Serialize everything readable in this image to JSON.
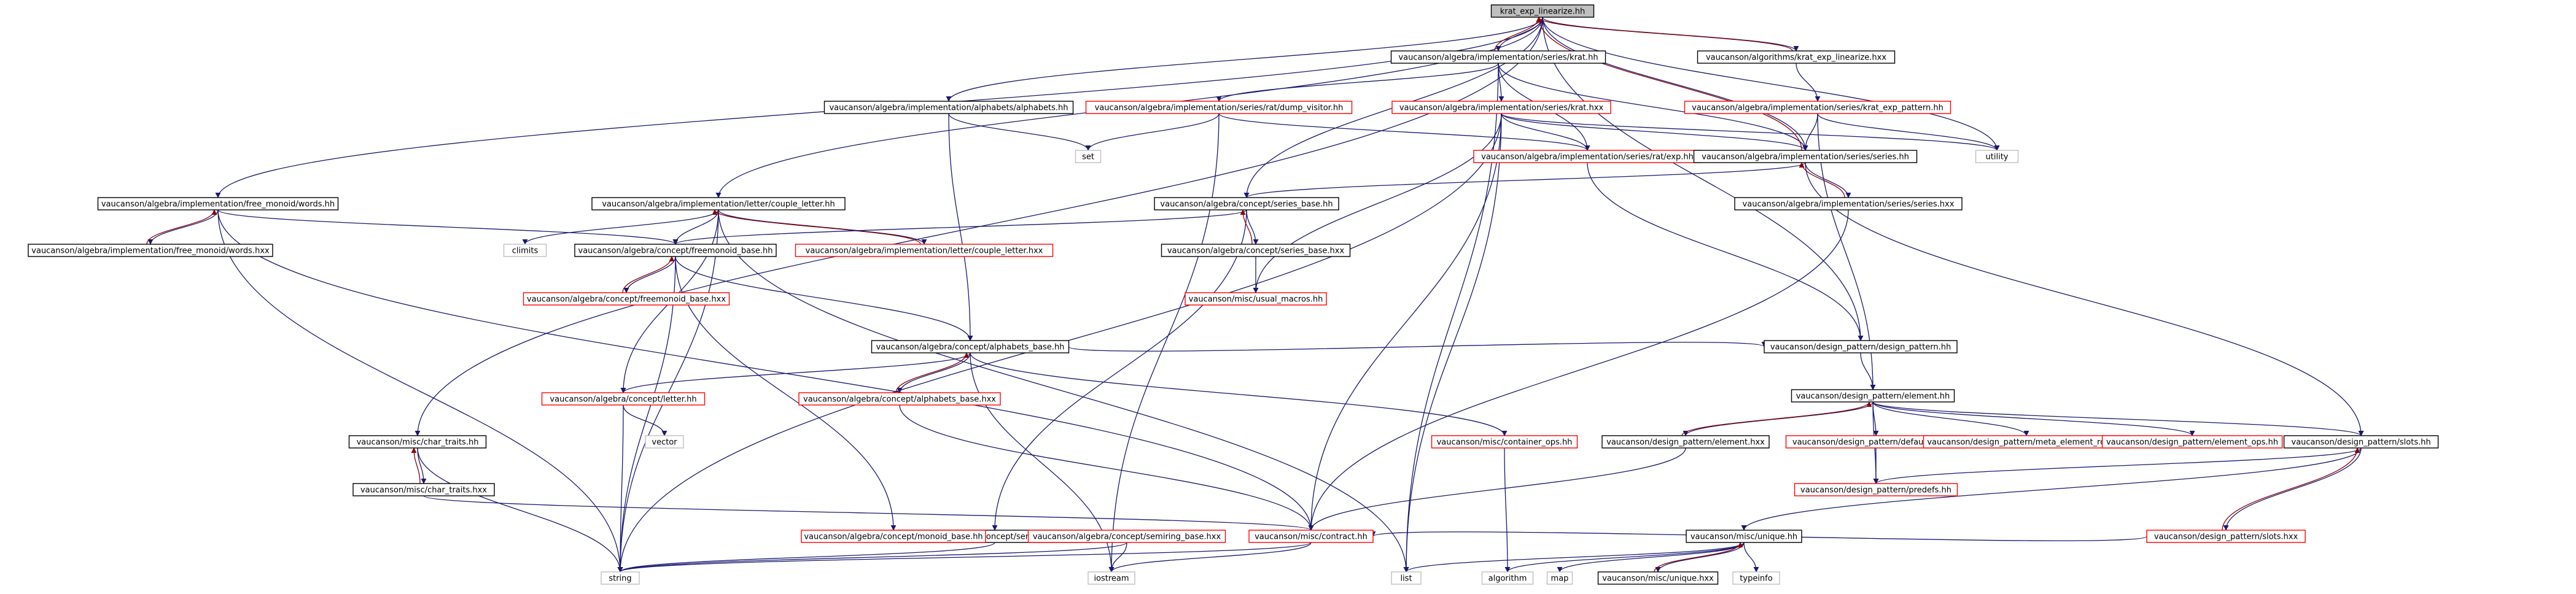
{
  "colors": {
    "edge": "#191970",
    "edge_template": "#8b0000",
    "node_border": "#000000",
    "node_border_missing": "#ff0000",
    "node_border_external": "#bfbfbf",
    "root_fill": "#bfbfbf",
    "node_fill": "#ffffff"
  },
  "nodes": [
    {
      "id": "root",
      "label": "krat_exp_linearize.hh",
      "kind": "root"
    },
    {
      "id": "krat_hh",
      "label": "vaucanson/algebra/implementation/series/krat.hh",
      "kind": "normal"
    },
    {
      "id": "alg_krat_lin",
      "label": "vaucanson/algorithms/krat_exp_linearize.hxx",
      "kind": "normal"
    },
    {
      "id": "alphabets_hh",
      "label": "vaucanson/algebra/implementation/alphabets/alphabets.hh",
      "kind": "normal"
    },
    {
      "id": "dump_visitor",
      "label": "vaucanson/algebra/implementation/series/rat/dump_visitor.hh",
      "kind": "missing"
    },
    {
      "id": "krat_hxx",
      "label": "vaucanson/algebra/implementation/series/krat.hxx",
      "kind": "missing"
    },
    {
      "id": "krat_exp_pattern",
      "label": "vaucanson/algebra/implementation/series/krat_exp_pattern.hh",
      "kind": "missing"
    },
    {
      "id": "set",
      "label": "set",
      "kind": "external"
    },
    {
      "id": "rat_exp",
      "label": "vaucanson/algebra/implementation/series/rat/exp.hh",
      "kind": "missing"
    },
    {
      "id": "series_hh",
      "label": "vaucanson/algebra/implementation/series/series.hh",
      "kind": "normal"
    },
    {
      "id": "utility",
      "label": "utility",
      "kind": "external"
    },
    {
      "id": "free_monoid_words",
      "label": "vaucanson/algebra/implementation/free_monoid/words.hh",
      "kind": "normal"
    },
    {
      "id": "couple_letter_hh",
      "label": "vaucanson/algebra/implementation/letter/couple_letter.hh",
      "kind": "normal"
    },
    {
      "id": "series_base_hh",
      "label": "vaucanson/algebra/concept/series_base.hh",
      "kind": "normal"
    },
    {
      "id": "series_hxx",
      "label": "vaucanson/algebra/implementation/series/series.hxx",
      "kind": "normal"
    },
    {
      "id": "words_hxx",
      "label": "vaucanson/algebra/implementation/free_monoid/words.hxx",
      "kind": "normal"
    },
    {
      "id": "climits",
      "label": "climits",
      "kind": "external"
    },
    {
      "id": "freemonoid_base_hh",
      "label": "vaucanson/algebra/concept/freemonoid_base.hh",
      "kind": "normal"
    },
    {
      "id": "couple_letter_hxx",
      "label": "vaucanson/algebra/implementation/letter/couple_letter.hxx",
      "kind": "missing"
    },
    {
      "id": "series_base_hxx",
      "label": "vaucanson/algebra/concept/series_base.hxx",
      "kind": "normal"
    },
    {
      "id": "freemonoid_base_hxx",
      "label": "vaucanson/algebra/concept/freemonoid_base.hxx",
      "kind": "missing"
    },
    {
      "id": "usual_macros",
      "label": "vaucanson/misc/usual_macros.hh",
      "kind": "missing"
    },
    {
      "id": "alphabets_base_hh",
      "label": "vaucanson/algebra/concept/alphabets_base.hh",
      "kind": "normal"
    },
    {
      "id": "letter_hh",
      "label": "vaucanson/algebra/concept/letter.hh",
      "kind": "missing"
    },
    {
      "id": "alphabets_base_hxx",
      "label": "vaucanson/algebra/concept/alphabets_base.hxx",
      "kind": "missing"
    },
    {
      "id": "design_pattern_hh",
      "label": "vaucanson/design_pattern/design_pattern.hh",
      "kind": "normal"
    },
    {
      "id": "vector",
      "label": "vector",
      "kind": "external"
    },
    {
      "id": "element_hh",
      "label": "vaucanson/design_pattern/element.hh",
      "kind": "normal"
    },
    {
      "id": "char_traits_hh",
      "label": "vaucanson/misc/char_traits.hh",
      "kind": "normal"
    },
    {
      "id": "container_ops",
      "label": "vaucanson/misc/container_ops.hh",
      "kind": "missing"
    },
    {
      "id": "element_hxx",
      "label": "vaucanson/design_pattern/element.hxx",
      "kind": "normal"
    },
    {
      "id": "default_ops",
      "label": "vaucanson/design_pattern/default_ops.hh",
      "kind": "missing"
    },
    {
      "id": "meta_element_root",
      "label": "vaucanson/design_pattern/meta_element_root.hh",
      "kind": "missing"
    },
    {
      "id": "element_ops",
      "label": "vaucanson/design_pattern/element_ops.hh",
      "kind": "missing"
    },
    {
      "id": "slots_hh",
      "label": "vaucanson/design_pattern/slots.hh",
      "kind": "normal"
    },
    {
      "id": "char_traits_hxx",
      "label": "vaucanson/misc/char_traits.hxx",
      "kind": "normal"
    },
    {
      "id": "semiring_base_hh",
      "label": "vaucanson/algebra/concept/semiring_base.hh",
      "kind": "normal"
    },
    {
      "id": "predefs",
      "label": "vaucanson/design_pattern/predefs.hh",
      "kind": "missing"
    },
    {
      "id": "slots_hxx",
      "label": "vaucanson/design_pattern/slots.hxx",
      "kind": "missing"
    },
    {
      "id": "monoid_base",
      "label": "vaucanson/algebra/concept/monoid_base.hh",
      "kind": "missing"
    },
    {
      "id": "semiring_base_hxx",
      "label": "vaucanson/algebra/concept/semiring_base.hxx",
      "kind": "missing"
    },
    {
      "id": "contract_hh",
      "label": "vaucanson/misc/contract.hh",
      "kind": "missing"
    },
    {
      "id": "unique_hh",
      "label": "vaucanson/misc/unique.hh",
      "kind": "normal"
    },
    {
      "id": "string",
      "label": "string",
      "kind": "external"
    },
    {
      "id": "iostream",
      "label": "iostream",
      "kind": "external"
    },
    {
      "id": "list",
      "label": "list",
      "kind": "external"
    },
    {
      "id": "algorithm",
      "label": "algorithm",
      "kind": "external"
    },
    {
      "id": "map",
      "label": "map",
      "kind": "external"
    },
    {
      "id": "unique_hxx",
      "label": "vaucanson/misc/unique.hxx",
      "kind": "normal"
    },
    {
      "id": "typeinfo",
      "label": "typeinfo",
      "kind": "external"
    }
  ],
  "edges": [
    [
      "root",
      "krat_hh"
    ],
    [
      "root",
      "alg_krat_lin"
    ],
    [
      "root",
      "alphabets_hh"
    ],
    [
      "root",
      "series_base_hh"
    ],
    [
      "root",
      "couple_letter_hh"
    ],
    [
      "root",
      "free_monoid_words"
    ],
    [
      "root",
      "char_traits_hh"
    ],
    [
      "root",
      "series_hh"
    ],
    [
      "root",
      "utility"
    ],
    [
      "root",
      "design_pattern_hh"
    ],
    [
      "krat_hh",
      "dump_visitor"
    ],
    [
      "krat_hh",
      "krat_hxx"
    ],
    [
      "krat_hh",
      "rat_exp"
    ],
    [
      "krat_hh",
      "series_hh"
    ],
    [
      "krat_hh",
      "list"
    ],
    [
      "krat_hh",
      "root",
      "back"
    ],
    [
      "alg_krat_lin",
      "krat_exp_pattern"
    ],
    [
      "alg_krat_lin",
      "root",
      "back"
    ],
    [
      "alphabets_hh",
      "set"
    ],
    [
      "alphabets_hh",
      "alphabets_base_hh"
    ],
    [
      "dump_visitor",
      "set"
    ],
    [
      "dump_visitor",
      "rat_exp"
    ],
    [
      "dump_visitor",
      "iostream"
    ],
    [
      "krat_hxx",
      "rat_exp"
    ],
    [
      "krat_hxx",
      "series_hh"
    ],
    [
      "krat_hxx",
      "utility"
    ],
    [
      "krat_hxx",
      "list"
    ],
    [
      "krat_hxx",
      "usual_macros"
    ],
    [
      "krat_hxx",
      "contract_hh"
    ],
    [
      "krat_hxx",
      "string"
    ],
    [
      "krat_exp_pattern",
      "series_hh"
    ],
    [
      "krat_exp_pattern",
      "utility"
    ],
    [
      "krat_exp_pattern",
      "element_hh"
    ],
    [
      "rat_exp",
      "design_pattern_hh"
    ],
    [
      "series_hh",
      "series_base_hh"
    ],
    [
      "series_hh",
      "series_hxx"
    ],
    [
      "series_hh",
      "slots_hh"
    ],
    [
      "series_hh",
      "root",
      "back"
    ],
    [
      "series_hxx",
      "series_hh",
      "back"
    ],
    [
      "series_hxx",
      "contract_hh"
    ],
    [
      "free_monoid_words",
      "words_hxx"
    ],
    [
      "free_monoid_words",
      "freemonoid_base_hh"
    ],
    [
      "free_monoid_words",
      "string"
    ],
    [
      "free_monoid_words",
      "contract_hh"
    ],
    [
      "words_hxx",
      "free_monoid_words",
      "back"
    ],
    [
      "couple_letter_hh",
      "climits"
    ],
    [
      "couple_letter_hh",
      "freemonoid_base_hh"
    ],
    [
      "couple_letter_hh",
      "couple_letter_hxx"
    ],
    [
      "couple_letter_hh",
      "letter_hh"
    ],
    [
      "couple_letter_hh",
      "string"
    ],
    [
      "couple_letter_hh",
      "list"
    ],
    [
      "couple_letter_hxx",
      "couple_letter_hh",
      "back"
    ],
    [
      "series_base_hh",
      "freemonoid_base_hh"
    ],
    [
      "series_base_hh",
      "series_base_hxx"
    ],
    [
      "series_base_hh",
      "semiring_base_hh"
    ],
    [
      "series_base_hxx",
      "series_base_hh",
      "back"
    ],
    [
      "series_base_hxx",
      "usual_macros"
    ],
    [
      "freemonoid_base_hh",
      "freemonoid_base_hxx"
    ],
    [
      "freemonoid_base_hh",
      "alphabets_base_hh"
    ],
    [
      "freemonoid_base_hh",
      "string"
    ],
    [
      "freemonoid_base_hh",
      "monoid_base"
    ],
    [
      "freemonoid_base_hxx",
      "freemonoid_base_hh",
      "back"
    ],
    [
      "alphabets_base_hh",
      "letter_hh"
    ],
    [
      "alphabets_base_hh",
      "alphabets_base_hxx"
    ],
    [
      "alphabets_base_hh",
      "design_pattern_hh"
    ],
    [
      "alphabets_base_hh",
      "container_ops"
    ],
    [
      "alphabets_base_hh",
      "iostream"
    ],
    [
      "alphabets_base_hxx",
      "alphabets_base_hh",
      "back"
    ],
    [
      "alphabets_base_hxx",
      "contract_hh"
    ],
    [
      "letter_hh",
      "vector"
    ],
    [
      "letter_hh",
      "string"
    ],
    [
      "design_pattern_hh",
      "element_hh"
    ],
    [
      "element_hh",
      "element_hxx"
    ],
    [
      "element_hh",
      "default_ops"
    ],
    [
      "element_hh",
      "meta_element_root"
    ],
    [
      "element_hh",
      "element_ops"
    ],
    [
      "element_hh",
      "slots_hh"
    ],
    [
      "element_hh",
      "predefs"
    ],
    [
      "element_hxx",
      "element_hh",
      "back"
    ],
    [
      "element_hxx",
      "contract_hh"
    ],
    [
      "default_ops",
      "predefs"
    ],
    [
      "slots_hh",
      "predefs"
    ],
    [
      "slots_hh",
      "slots_hxx"
    ],
    [
      "slots_hh",
      "unique_hh"
    ],
    [
      "slots_hxx",
      "slots_hh",
      "back"
    ],
    [
      "slots_hxx",
      "contract_hh"
    ],
    [
      "char_traits_hh",
      "char_traits_hxx"
    ],
    [
      "char_traits_hh",
      "string"
    ],
    [
      "char_traits_hxx",
      "char_traits_hh",
      "back"
    ],
    [
      "char_traits_hxx",
      "contract_hh"
    ],
    [
      "semiring_base_hh",
      "monoid_base"
    ],
    [
      "semiring_base_hh",
      "semiring_base_hxx"
    ],
    [
      "semiring_base_hh",
      "string"
    ],
    [
      "semiring_base_hxx",
      "semiring_base_hh",
      "back"
    ],
    [
      "semiring_base_hxx",
      "string"
    ],
    [
      "semiring_base_hxx",
      "iostream"
    ],
    [
      "container_ops",
      "algorithm"
    ],
    [
      "contract_hh",
      "string"
    ],
    [
      "contract_hh",
      "iostream"
    ],
    [
      "unique_hh",
      "list"
    ],
    [
      "unique_hh",
      "algorithm"
    ],
    [
      "unique_hh",
      "map"
    ],
    [
      "unique_hh",
      "unique_hxx"
    ],
    [
      "unique_hh",
      "typeinfo"
    ],
    [
      "unique_hxx",
      "unique_hh",
      "back"
    ]
  ]
}
